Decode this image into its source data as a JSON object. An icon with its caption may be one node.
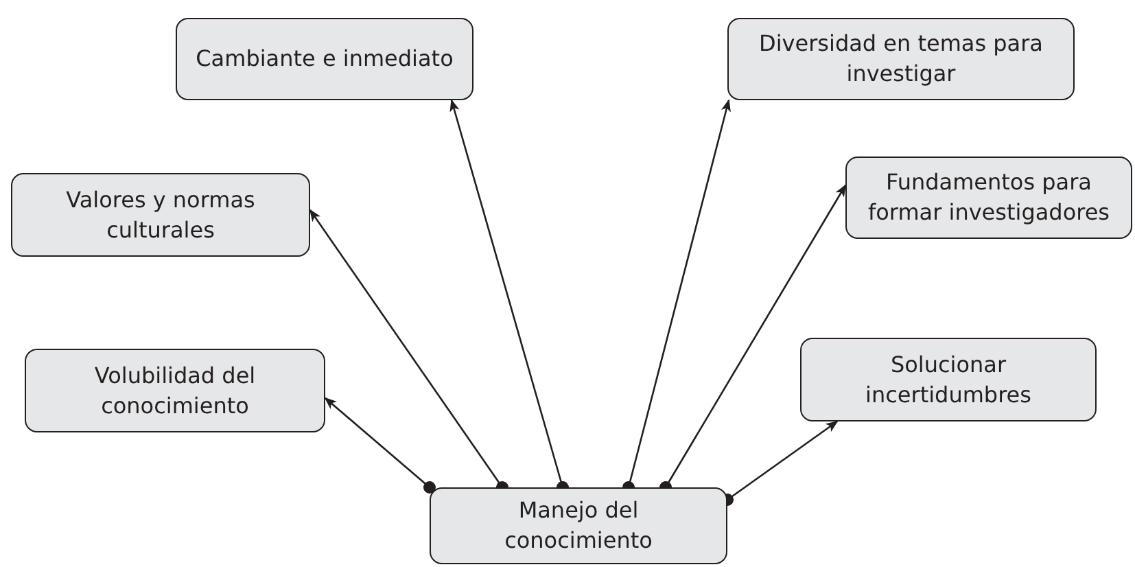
{
  "diagram": {
    "nodes": [
      {
        "text": [
          "Cambiante e inmediato"
        ]
      },
      {
        "text": [
          "Diversidad en temas para investigar"
        ]
      },
      {
        "text": [
          "Valores y normas culturales"
        ]
      },
      {
        "text": [
          "Fundamentos para formar investigadores"
        ]
      },
      {
        "text": [
          "Volubilidad del conocimiento"
        ]
      },
      {
        "text": [
          "Solucionar incertidumbres"
        ]
      },
      {
        "text": [
          "Manejo del conocimiento"
        ]
      }
    ],
    "edges": [
      {
        "from": 6,
        "to": 4,
        "arrow": "to"
      },
      {
        "from": 6,
        "to": 2,
        "arrow": "to"
      },
      {
        "from": 6,
        "to": 0,
        "arrow": "to"
      },
      {
        "from": 6,
        "to": 1,
        "arrow": "to"
      },
      {
        "from": 6,
        "to": 3,
        "arrow": "to"
      },
      {
        "from": 6,
        "to": 5,
        "arrow": "to"
      }
    ]
  }
}
